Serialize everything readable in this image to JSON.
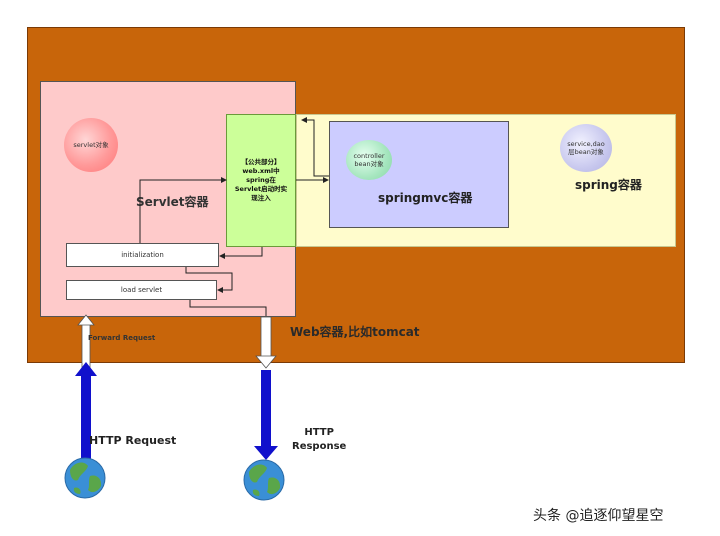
{
  "web_container": {
    "label": "Web容器,比如tomcat"
  },
  "spring_container": {
    "label": "spring容器"
  },
  "servlet_container": {
    "label": "Servlet容器"
  },
  "springmvc_container": {
    "label": "springmvc容器"
  },
  "common_part": {
    "text": "【公共部分】\nweb.xml中\nspring在\nServlet启动时实\n现注入"
  },
  "objects": {
    "servlet": "servlet对象",
    "controller": "controller\nbean对象",
    "service": "service,dao\n层bean对象"
  },
  "steps": {
    "initialization": "initialization",
    "load_servlet": "load servlet"
  },
  "http": {
    "forward_request": "Forward   Request",
    "request": "HTTP Request",
    "response": "HTTP\nResponse"
  },
  "watermark": "头条 @追逐仰望星空",
  "colors": {
    "web_container": "#c8650a",
    "spring_container": "#fffccc",
    "servlet_container": "#fecaca",
    "springmvc_container": "#ccccff",
    "common_part": "#ccff99",
    "arrow_blue": "#1010cc"
  },
  "icons": {
    "globe": "globe-icon"
  }
}
